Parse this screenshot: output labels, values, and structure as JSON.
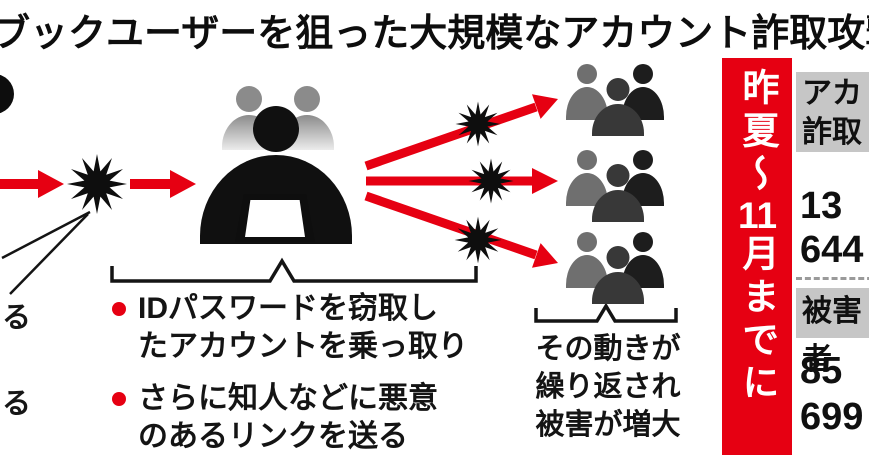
{
  "title": "ブックユーザーを狙った大規模なアカウント詐取攻撃",
  "left_fragments": [
    "る",
    "る"
  ],
  "attacker_notes": [
    "IDパスワードを窃取し\nたアカウントを乗っ取り",
    "さらに知人などに悪意\nのあるリンクを送る"
  ],
  "victims_caption": "その動きが\n繰り返され\n被害が増大",
  "stats": {
    "period_pre": "昨夏〜",
    "period_num": "11",
    "period_post": "月までに",
    "accounts_label": "アカ\n詐取",
    "accounts_value": "13\n644",
    "victims_label": "被害者",
    "victims_value": "85\n699"
  },
  "colors": {
    "accent_red": "#e60012",
    "silhouette_black": "#101010",
    "panel_gray": "#c6c6c6"
  }
}
